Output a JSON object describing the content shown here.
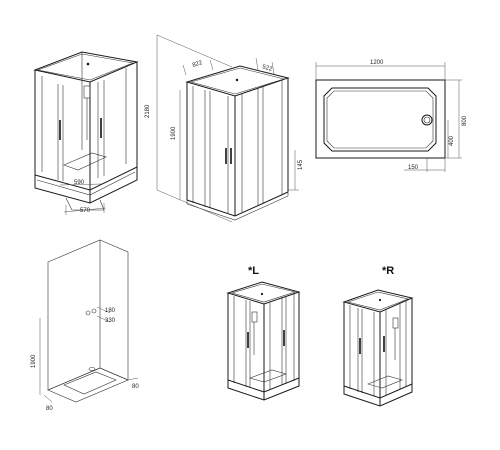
{
  "views": {
    "front_iso": {
      "width_label": "590",
      "depth_label": "570"
    },
    "dim_iso": {
      "top_left_label": "822",
      "top_right_label": "522",
      "height_label": "2180",
      "inner_height_label": "1900",
      "right_label": "145"
    },
    "plan": {
      "length_label": "1200",
      "width_label": "800",
      "inner_label": "400",
      "offset_label": "150"
    },
    "corner": {
      "height_label": "1900",
      "label_180": "180",
      "label_330": "330",
      "bottom_label_a": "80",
      "bottom_label_b": "80"
    },
    "left_version": {
      "label": "*L"
    },
    "right_version": {
      "label": "*R"
    }
  }
}
